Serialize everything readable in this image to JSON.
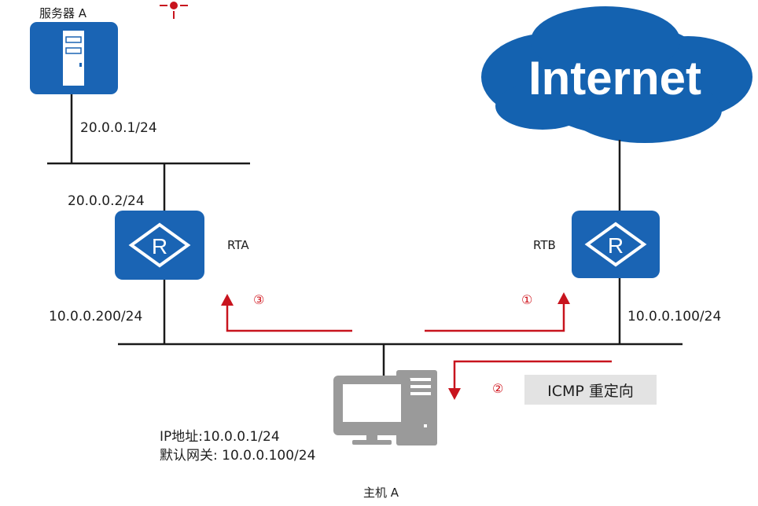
{
  "server": {
    "label": "服务器 A",
    "ip": "20.0.0.1/24"
  },
  "rta": {
    "label": "RTA",
    "ip_top": "20.0.0.2/24",
    "ip_bottom": "10.0.0.200/24"
  },
  "rtb": {
    "label": "RTB",
    "ip": "10.0.0.100/24"
  },
  "internet": {
    "label": "Internet"
  },
  "host": {
    "label": "主机 A",
    "ip_line": "IP地址:10.0.0.1/24",
    "gateway_line": "默认网关: 10.0.0.100/24"
  },
  "steps": {
    "one": "①",
    "two": "②",
    "three": "③"
  },
  "icmp_label": "ICMP 重定向",
  "router_letter": "R",
  "colors": {
    "device_blue": "#1a64b4",
    "cloud_blue": "#1462b0",
    "arrow_red": "#c8141e",
    "line": "#1a1a1a",
    "pc_gray": "#9a9a9a",
    "box_gray": "#e3e3e3"
  }
}
